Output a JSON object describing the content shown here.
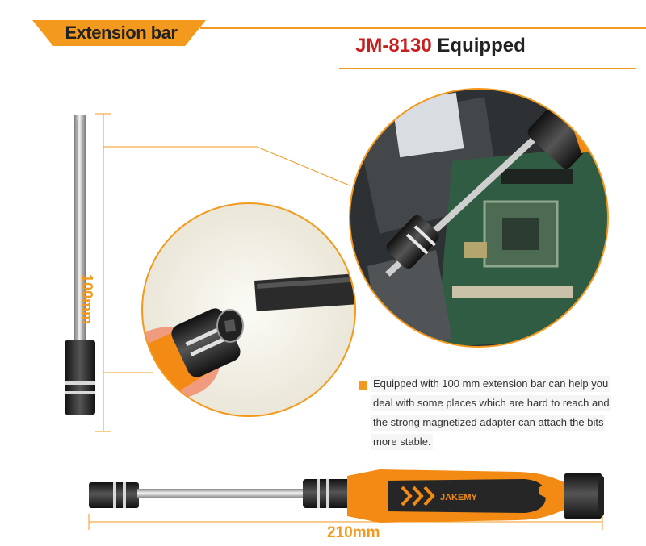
{
  "header": {
    "tag": "Extension bar",
    "model": "JM-8130",
    "title_suffix": "Equipped"
  },
  "dimensions": {
    "length": "100mm",
    "total_length": "210mm"
  },
  "description": {
    "lines": [
      "Equipped with 100 mm extension bar can help you",
      "deal with some places which are hard to reach and",
      "the strong magnetized adapter can attach the bits",
      "more stable."
    ]
  },
  "product": {
    "handle_brand": "JAKEMY"
  },
  "colors": {
    "accent": "#f39a1e",
    "model_red": "#c81e1e",
    "handle_orange": "#f28a14"
  }
}
